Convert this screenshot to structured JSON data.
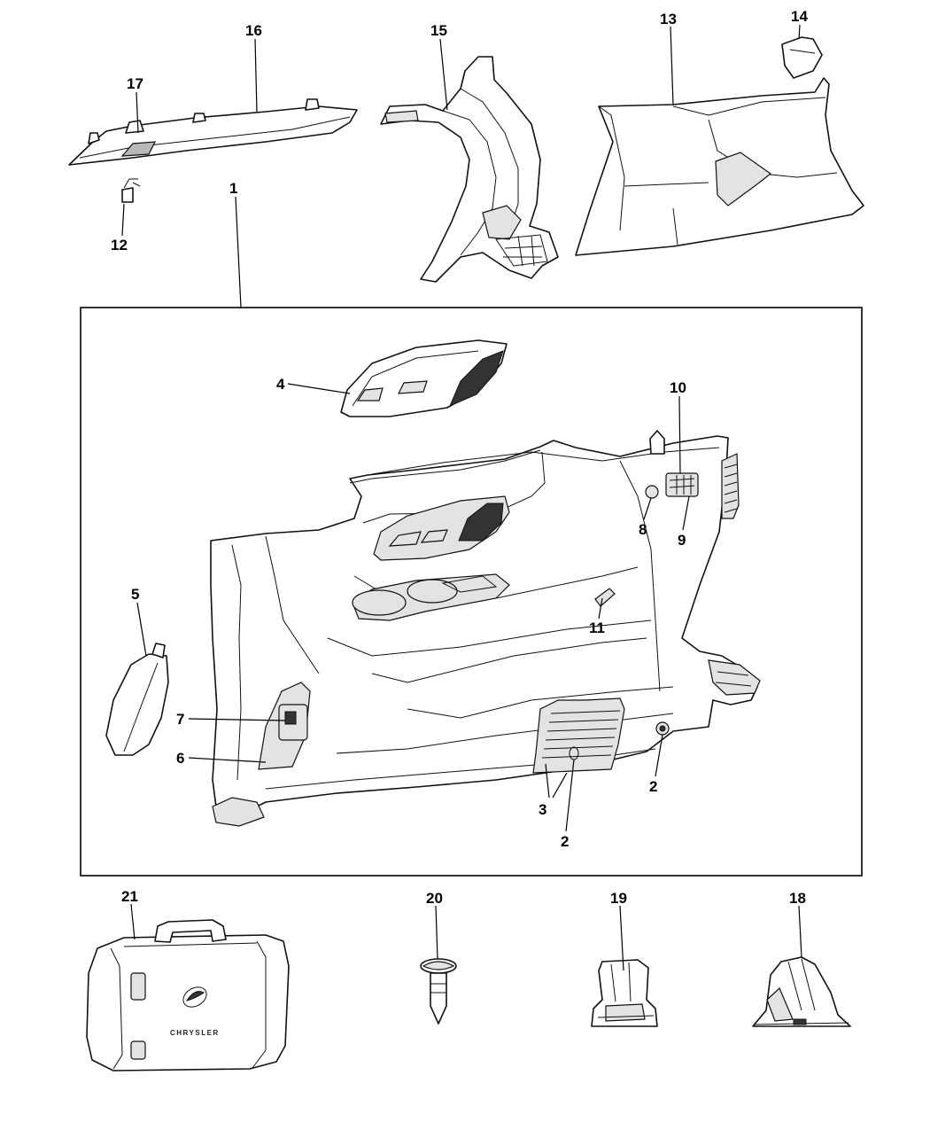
{
  "callouts": {
    "c1": "1",
    "c2a": "2",
    "c2b": "2",
    "c3": "3",
    "c4": "4",
    "c5": "5",
    "c6": "6",
    "c7": "7",
    "c8": "8",
    "c9": "9",
    "c10": "10",
    "c11": "11",
    "c12": "12",
    "c13": "13",
    "c14": "14",
    "c15": "15",
    "c16": "16",
    "c17": "17",
    "c18": "18",
    "c19": "19",
    "c20": "20",
    "c21": "21"
  },
  "kit_case": {
    "logo_text": "CHRYSLER"
  }
}
